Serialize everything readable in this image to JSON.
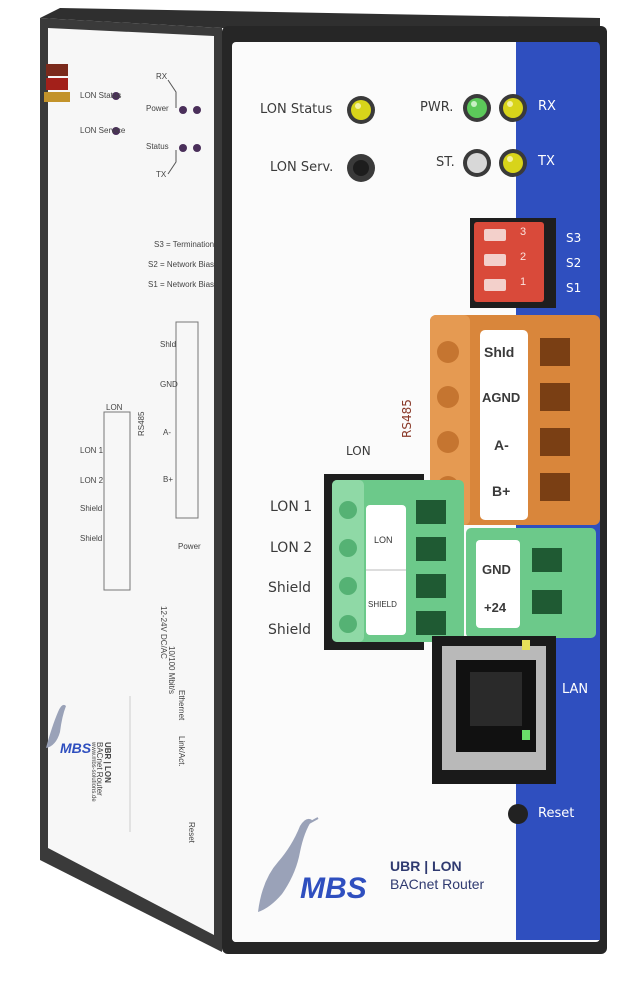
{
  "device": {
    "brand": "MBS",
    "model_line1": "UBR | LON",
    "model_line2": "BACnet Router",
    "colors": {
      "accent_blue": "#2f4fbf",
      "housing": "#2b2b2b",
      "terminal_orange": "#d9863b",
      "terminal_green": "#6cc98a",
      "dip_red": "#d94a3a",
      "led_yellow": "#d8d41a",
      "led_green": "#5cc95a"
    }
  },
  "front": {
    "lon_status_label": "LON Status",
    "lon_serv_label": "LON Serv.",
    "pwr_label": "PWR.",
    "st_label": "ST.",
    "rx_label": "RX",
    "tx_label": "TX",
    "s3_label": "S3",
    "s2_label": "S2",
    "s1_label": "S1",
    "dip_numbers": [
      "3",
      "2",
      "1"
    ],
    "rs485_label": "RS485",
    "rs485_terminals": [
      "Shld",
      "AGND",
      "A-",
      "B+"
    ],
    "lon_header": "LON",
    "lon_pins": [
      "LON 1",
      "LON 2",
      "Shield",
      "Shield"
    ],
    "lon_tag1": "LON",
    "lon_tag2": "SHIELD",
    "power_terminals": [
      "GND",
      "+24"
    ],
    "lan_label": "LAN",
    "reset_label": "Reset"
  },
  "side": {
    "lon_status": "LON Status",
    "lon_service": "LON Service",
    "rx": "RX",
    "power": "Power",
    "status": "Status",
    "tx": "TX",
    "s3": "S3 = Termination",
    "s2": "S2 = Network Bias",
    "s1": "S1 = Network Bias",
    "rs485_pins": [
      "Shld",
      "GND",
      "A-",
      "B+"
    ],
    "rs485": "RS485",
    "lon": "LON",
    "lon_pins": [
      "LON 1",
      "LON 2",
      "Shield",
      "Shield"
    ],
    "voltage": "12-24V DC/AC",
    "speed": "10/100 Mbit/s",
    "ethernet": "Ethernet",
    "link": "Link/Act.",
    "reset": "Reset",
    "brand": "MBS",
    "model1": "UBR | LON",
    "model2": "BACnet Router",
    "url": "www.mbs-solutions.de"
  }
}
